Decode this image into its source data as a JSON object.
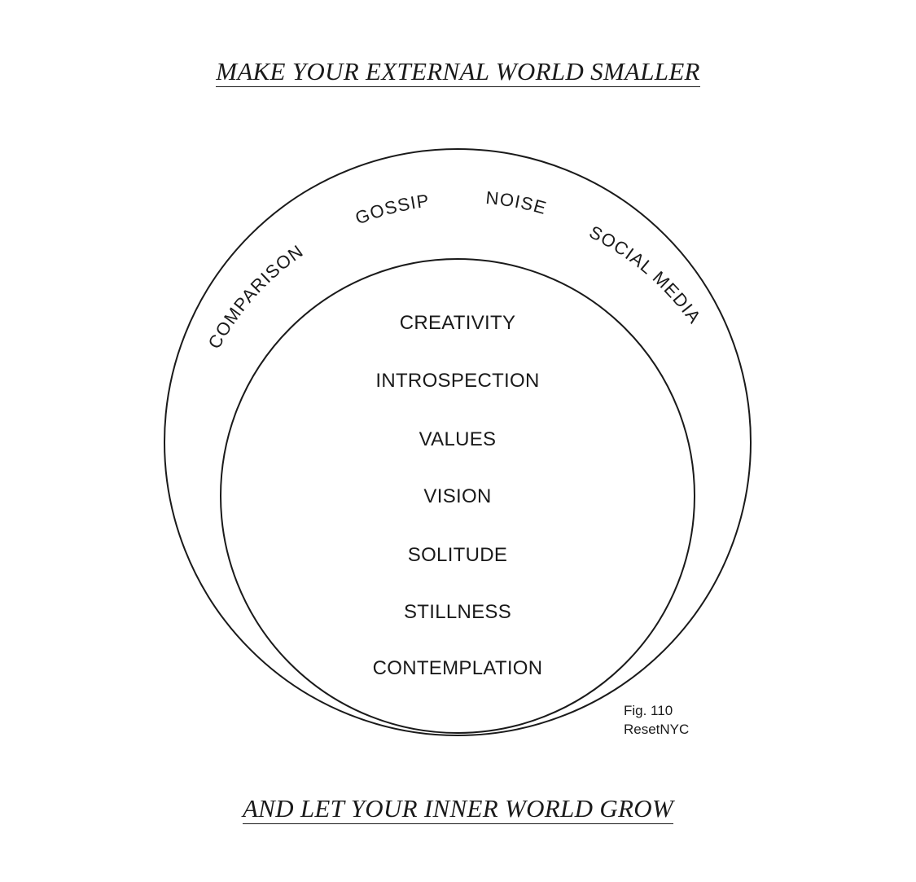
{
  "headline_top": "MAKE YOUR EXTERNAL WORLD SMALLER",
  "headline_bottom": "AND LET YOUR INNER WORLD GROW",
  "outer_circle": {
    "labels": {
      "comparison": "COMPARISON",
      "gossip": "GOSSIP",
      "noise": "NOISE",
      "social_media": "SOCIAL MEDIA"
    }
  },
  "inner_circle": {
    "items": [
      "CREATIVITY",
      "INTROSPECTION",
      "VALUES",
      "VISION",
      "SOLITUDE",
      "STILLNESS",
      "CONTEMPLATION"
    ]
  },
  "credit": {
    "figure": "Fig. 110",
    "source": "ResetNYC"
  },
  "colors": {
    "ink": "#1a1a1a",
    "background": "#ffffff"
  }
}
